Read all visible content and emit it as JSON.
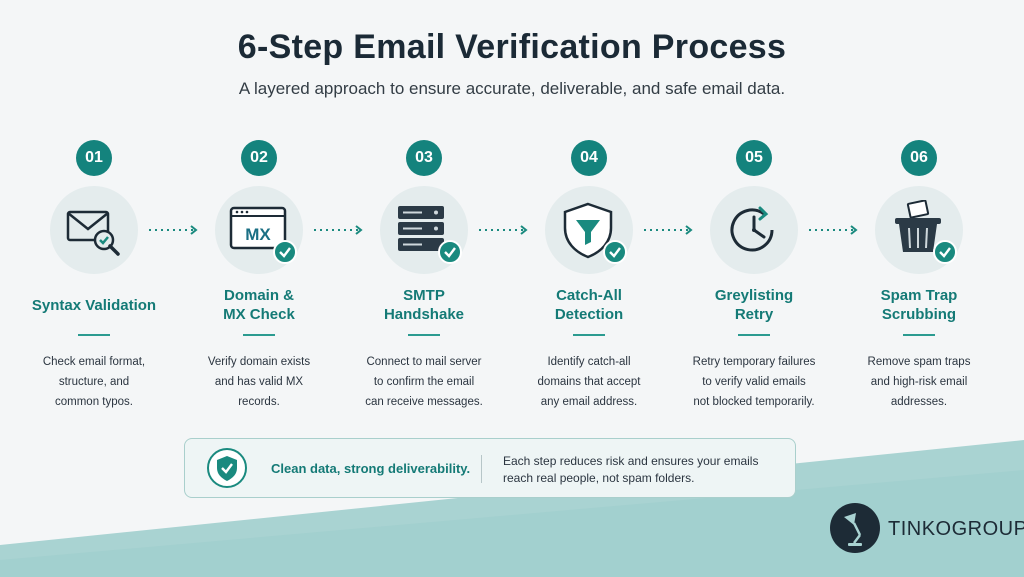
{
  "header": {
    "title": "6-Step Email Verification Process",
    "subtitle": "A layered approach to ensure accurate, deliverable, and safe email data."
  },
  "steps": [
    {
      "number": "01",
      "title": "Syntax Validation",
      "description": "Check email format,\nstructure, and\ncommon typos.",
      "icon": "envelope-magnifier-icon"
    },
    {
      "number": "02",
      "title": "Domain &\nMX Check",
      "description": "Verify domain exists\nand has valid MX\nrecords.",
      "icon": "mx-window-icon",
      "icon_text": "MX"
    },
    {
      "number": "03",
      "title": "SMTP\nHandshake",
      "description": "Connect to mail server\nto confirm the email\ncan receive messages.",
      "icon": "server-stack-icon"
    },
    {
      "number": "04",
      "title": "Catch-All\nDetection",
      "description": "Identify catch-all\ndomains that accept\nany email address.",
      "icon": "shield-funnel-icon"
    },
    {
      "number": "05",
      "title": "Greylisting\nRetry",
      "description": "Retry temporary failures\nto verify valid emails\nnot blocked temporarily.",
      "icon": "clock-retry-icon"
    },
    {
      "number": "06",
      "title": "Spam Trap\nScrubbing",
      "description": "Remove spam traps\nand high-risk email\naddresses.",
      "icon": "trash-basket-icon"
    }
  ],
  "banner": {
    "headline": "Clean data, strong deliverability.",
    "body": "Each step reduces risk and ensures your emails\nreach real people, not spam folders.",
    "icon": "shield-check-icon"
  },
  "brand": {
    "name": "TINKOGROUP",
    "icon": "lamp-logo-icon"
  },
  "colors": {
    "accent": "#14837d",
    "title_text": "#1b2a36",
    "band": "#a9d3d2"
  }
}
